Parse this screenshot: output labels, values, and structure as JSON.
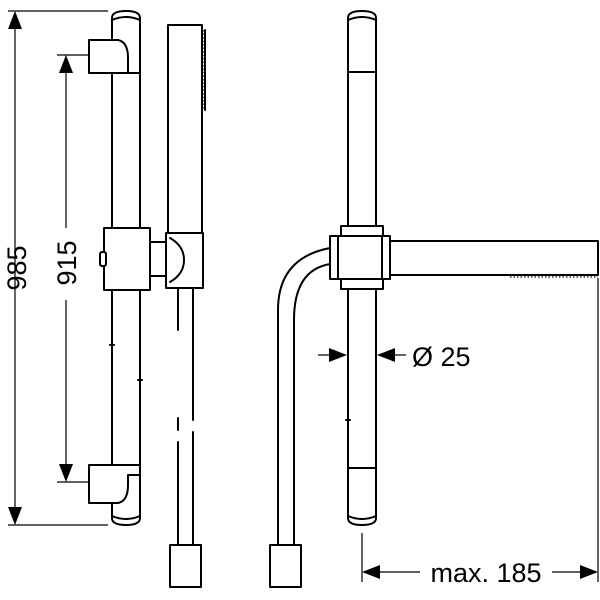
{
  "dimensions": {
    "overall_height": "985",
    "rail_height": "915",
    "rail_diameter": "Ø 25",
    "max_projection": "max. 185"
  }
}
